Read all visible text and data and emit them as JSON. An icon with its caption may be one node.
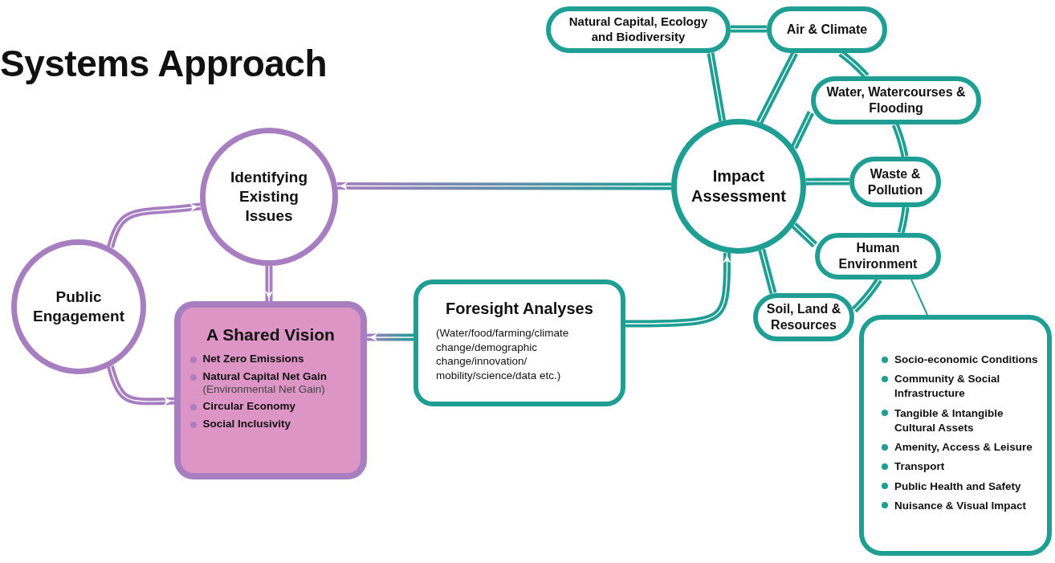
{
  "diagram": {
    "title": "Systems Approach",
    "nodes": [
      {
        "text": [
          "Public Engagement"
        ]
      },
      {
        "text": [
          "Identifying Existing Issues"
        ]
      },
      {
        "text": [
          "A Shared Vision",
          "Net Zero Emissions",
          "Natural Capital Net Gain",
          "(Environmental Net Gain)",
          "Circular Economy",
          "Social Inclusivity"
        ]
      },
      {
        "text": [
          "Foresight Analyses",
          "(Water/food/farming/climate change/demographic change/innovation/ mobility/science/data etc.)"
        ]
      },
      {
        "text": [
          "Impact Assessment"
        ]
      },
      {
        "text": [
          "Natural Capital, Ecology and Biodiversity"
        ]
      },
      {
        "text": [
          "Air & Climate"
        ]
      },
      {
        "text": [
          "Water, Watercourses & Flooding"
        ]
      },
      {
        "text": [
          "Waste & Pollution"
        ]
      },
      {
        "text": [
          "Human Environment"
        ]
      },
      {
        "text": [
          "Soil, Land & Resources"
        ]
      },
      {
        "text": [
          "Socio-economic Conditions",
          "Community & Social Infrastructure",
          "Tangible & Intangible Cultural Assets",
          "Amenity, Access & Leisure",
          "Transport",
          "Public Health and Safety",
          "Nuisance & Visual Impact"
        ]
      }
    ],
    "edges": [
      {
        "from": 0,
        "to": 1,
        "arrow": "to",
        "color": "#a77fc0"
      },
      {
        "from": 0,
        "to": 2,
        "arrow": "to",
        "color": "#a77fc0"
      },
      {
        "from": 1,
        "to": 2,
        "arrow": "to",
        "color": "#a77fc0"
      },
      {
        "from": 4,
        "to": 1,
        "arrow": "to",
        "color": "#a77fc0"
      },
      {
        "from": 3,
        "to": 2,
        "arrow": "to",
        "color": "#a77fc0"
      },
      {
        "from": 3,
        "to": 4,
        "arrow": "to"
      },
      {
        "from": 4,
        "to": 5,
        "arrow": "none"
      },
      {
        "from": 4,
        "to": 6,
        "arrow": "none"
      },
      {
        "from": 4,
        "to": 7,
        "arrow": "none"
      },
      {
        "from": 4,
        "to": 8,
        "arrow": "none"
      },
      {
        "from": 4,
        "to": 9,
        "arrow": "none"
      },
      {
        "from": 4,
        "to": 10,
        "arrow": "none"
      },
      {
        "from": 5,
        "to": 6,
        "arrow": "none"
      },
      {
        "from": 6,
        "to": 7,
        "arrow": "none"
      },
      {
        "from": 7,
        "to": 8,
        "arrow": "none"
      },
      {
        "from": 8,
        "to": 9,
        "arrow": "none"
      },
      {
        "from": 9,
        "to": 10,
        "arrow": "none"
      },
      {
        "from": 9,
        "to": 11,
        "arrow": "none"
      }
    ]
  }
}
